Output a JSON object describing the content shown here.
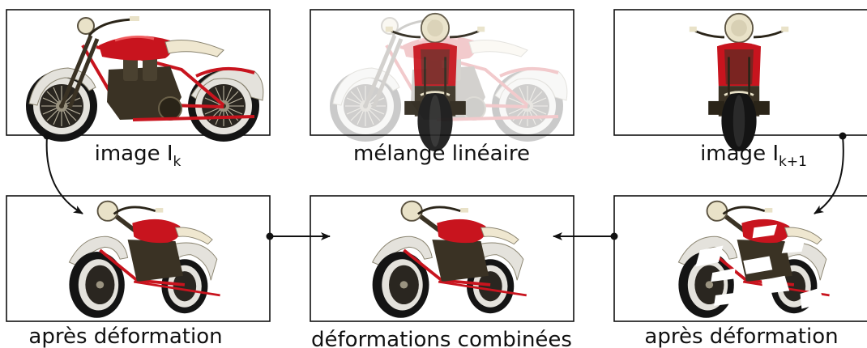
{
  "panels": {
    "image_k": {
      "label": "image I",
      "subscript": "k"
    },
    "linear_blend": {
      "label": "mélange linéaire"
    },
    "image_k1": {
      "label": "image I",
      "subscript": "k+1"
    },
    "warped_k": {
      "label": "après déformation"
    },
    "combined": {
      "label": "déformations combinées"
    },
    "warped_k1": {
      "label": "après déformation"
    }
  },
  "colors": {
    "body_red": "#c8141e",
    "metal_dark": "#3a3224",
    "tire_black": "#141414",
    "whitewall": "#e4e2dc",
    "chrome_cream": "#e9e2c8",
    "frame_line": "#111111"
  },
  "icons": [
    "motorcycle-side-view",
    "motorcycle-front-view",
    "motorcycle-three-quarter-view"
  ]
}
